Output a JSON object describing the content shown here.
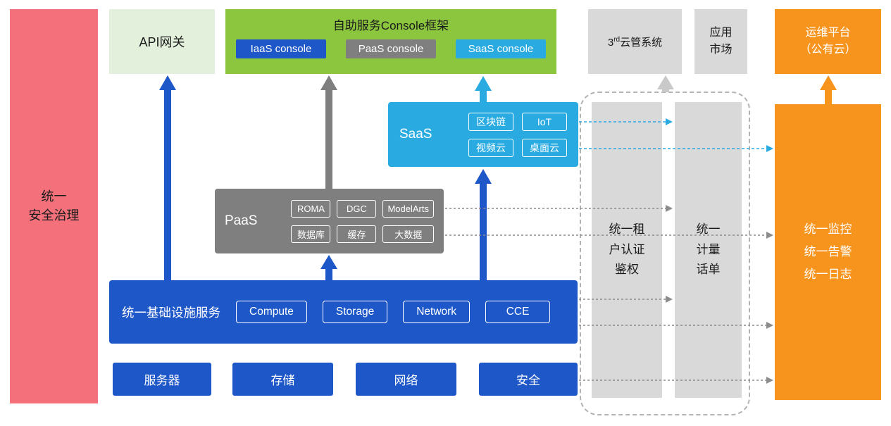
{
  "security_bar": {
    "label": "统一\n安全治理"
  },
  "api_gateway": {
    "label": "API网关"
  },
  "console_framework": {
    "title": "自助服务Console框架",
    "consoles": [
      {
        "label": "IaaS console",
        "color": "#1E57C8"
      },
      {
        "label": "PaaS console",
        "color": "#7F7F7F"
      },
      {
        "label": "SaaS console",
        "color": "#29ABE2"
      }
    ]
  },
  "third_party_cloud": {
    "base": "3",
    "sup": "rd",
    "rest": "云管系统"
  },
  "app_market": {
    "label": "应用\n市场"
  },
  "om_platform": {
    "label": "运维平台\n（公有云）"
  },
  "saas": {
    "label": "SaaS",
    "items": [
      "区块链",
      "IoT",
      "视频云",
      "桌面云"
    ]
  },
  "paas": {
    "label": "PaaS",
    "items": [
      "ROMA",
      "DGC",
      "ModelArts",
      "数据库",
      "缓存",
      "大数据"
    ]
  },
  "infrastructure": {
    "label": "统一基础设施服务",
    "items": [
      "Compute",
      "Storage",
      "Network",
      "CCE"
    ]
  },
  "hardware": {
    "items": [
      "服务器",
      "存储",
      "网络",
      "安全"
    ]
  },
  "auth_bar": {
    "label": "统一租\n户认证\n鉴权"
  },
  "billing_bar": {
    "label": "统一\n计量\n话单"
  },
  "monitor_bar": {
    "label": "统一监控\n统一告警\n统一日志"
  },
  "colors": {
    "blue": "#1E57C8",
    "gray": "#7F7F7F",
    "cyan": "#29ABE2",
    "orange": "#F7941D",
    "green": "#8CC63F",
    "light_green": "#E2F0DC",
    "light_gray": "#D9D9D9",
    "red": "#F4717C"
  }
}
